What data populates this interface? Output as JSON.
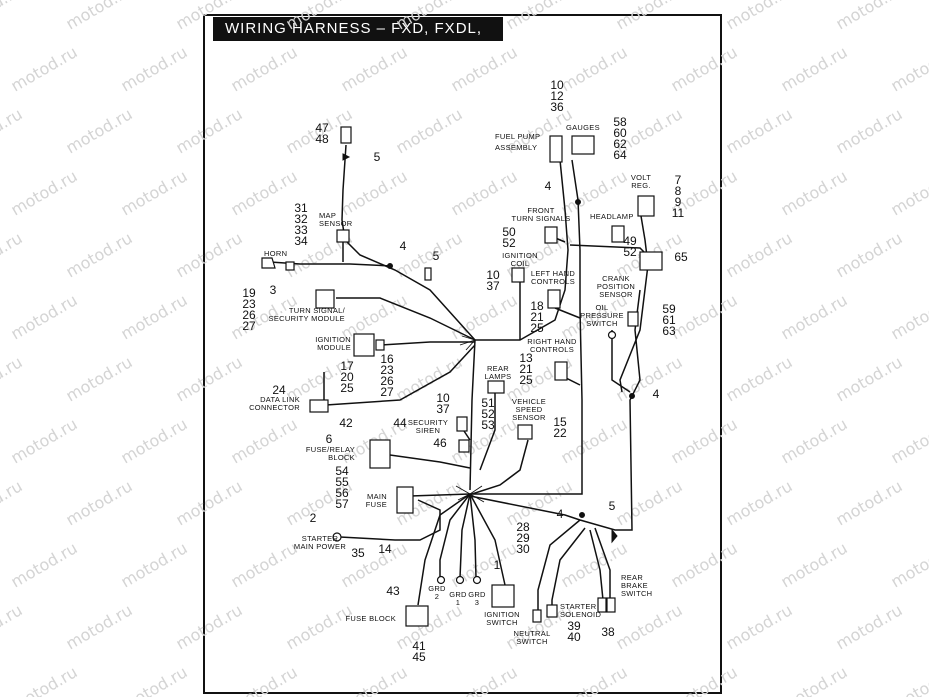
{
  "title": "WIRING HARNESS – FXD, FXDL, FXDX",
  "watermark": "motod.ru",
  "labels": {
    "map_sensor": [
      "MAP",
      "SENSOR"
    ],
    "horn": [
      "HORN"
    ],
    "turn_signal_module": [
      "TURN SIGNAL/",
      "SECURITY MODULE"
    ],
    "ignition_module": [
      "IGNITION",
      "MODULE"
    ],
    "data_link": [
      "DATA LINK",
      "CONNECTOR"
    ],
    "fuse_relay": [
      "FUSE/RELAY",
      "BLOCK"
    ],
    "main_fuse": [
      "MAIN",
      "FUSE"
    ],
    "starter_main_power": [
      "STARTER",
      "MAIN POWER"
    ],
    "fuse_block": [
      "FUSE BLOCK"
    ],
    "grd2": [
      "GRD",
      "2"
    ],
    "grd1": [
      "GRD",
      "1"
    ],
    "grd3": [
      "GRD",
      "3"
    ],
    "ignition_switch": [
      "IGNITION",
      "SWITCH"
    ],
    "neutral_switch": [
      "NEUTRAL",
      "SWITCH"
    ],
    "starter_solenoid": [
      "STARTER",
      "SOLENOID"
    ],
    "rear_brake_switch": [
      "REAR",
      "BRAKE",
      "SWITCH"
    ],
    "fuel_pump": [
      "FUEL PUMP",
      "ASSEMBLY"
    ],
    "gauges": [
      "GAUGES"
    ],
    "volt_reg": [
      "VOLT",
      "REG."
    ],
    "front_turn": [
      "FRONT",
      "TURN SIGNALS"
    ],
    "headlamp": [
      "HEADLAMP"
    ],
    "ignition_coil": [
      "IGNITION",
      "COIL"
    ],
    "left_hand_controls": [
      "LEFT HAND",
      "CONTROLS"
    ],
    "crank_sensor": [
      "CRANK",
      "POSITION",
      "SENSOR"
    ],
    "oil_pressure": [
      "OIL",
      "PRESSURE",
      "SWITCH"
    ],
    "right_hand_controls": [
      "RIGHT HAND",
      "CONTROLS"
    ],
    "rear_lamps": [
      "REAR",
      "LAMPS"
    ],
    "vss": [
      "VEHICLE",
      "SPEED",
      "SENSOR"
    ],
    "security_siren": [
      "SECURITY",
      "SIREN"
    ]
  },
  "callouts": {
    "c47_48": [
      "47",
      "48"
    ],
    "c5a": [
      "5"
    ],
    "c31_34": [
      "31",
      "32",
      "33",
      "34"
    ],
    "c4a": [
      "4"
    ],
    "c5b": [
      "5"
    ],
    "c3": [
      "3"
    ],
    "c19_27": [
      "19",
      "23",
      "26",
      "27"
    ],
    "c16_27": [
      "16",
      "23",
      "26",
      "27"
    ],
    "c17_25": [
      "17",
      "20",
      "25"
    ],
    "c24": [
      "24"
    ],
    "c42": [
      "42"
    ],
    "c44": [
      "44"
    ],
    "c6": [
      "6"
    ],
    "c54_57": [
      "54",
      "55",
      "56",
      "57"
    ],
    "c2": [
      "2"
    ],
    "c35": [
      "35"
    ],
    "c14": [
      "14"
    ],
    "c43": [
      "43"
    ],
    "c41_45": [
      "41",
      "45"
    ],
    "c1": [
      "1"
    ],
    "c10_37b": [
      "10",
      "37"
    ],
    "c46": [
      "46"
    ],
    "c28_30": [
      "28",
      "29",
      "30"
    ],
    "c4b": [
      "4"
    ],
    "c39_40": [
      "39",
      "40"
    ],
    "c38": [
      "38"
    ],
    "c5c": [
      "5"
    ],
    "c10_36": [
      "10",
      "12",
      "36"
    ],
    "c58_64": [
      "58",
      "60",
      "62",
      "64"
    ],
    "c7_11": [
      "7",
      "8",
      "9",
      "11"
    ],
    "c4c": [
      "4"
    ],
    "c50_52": [
      "50",
      "52"
    ],
    "c49_52": [
      "49",
      "52"
    ],
    "c65": [
      "65"
    ],
    "c10_37a": [
      "10",
      "37"
    ],
    "c18_25": [
      "18",
      "21",
      "25"
    ],
    "c59_63": [
      "59",
      "61",
      "63"
    ],
    "c13_25": [
      "13",
      "21",
      "25"
    ],
    "c51_53": [
      "51",
      "52",
      "53"
    ],
    "c15_22": [
      "15",
      "22"
    ],
    "c4d": [
      "4"
    ]
  }
}
